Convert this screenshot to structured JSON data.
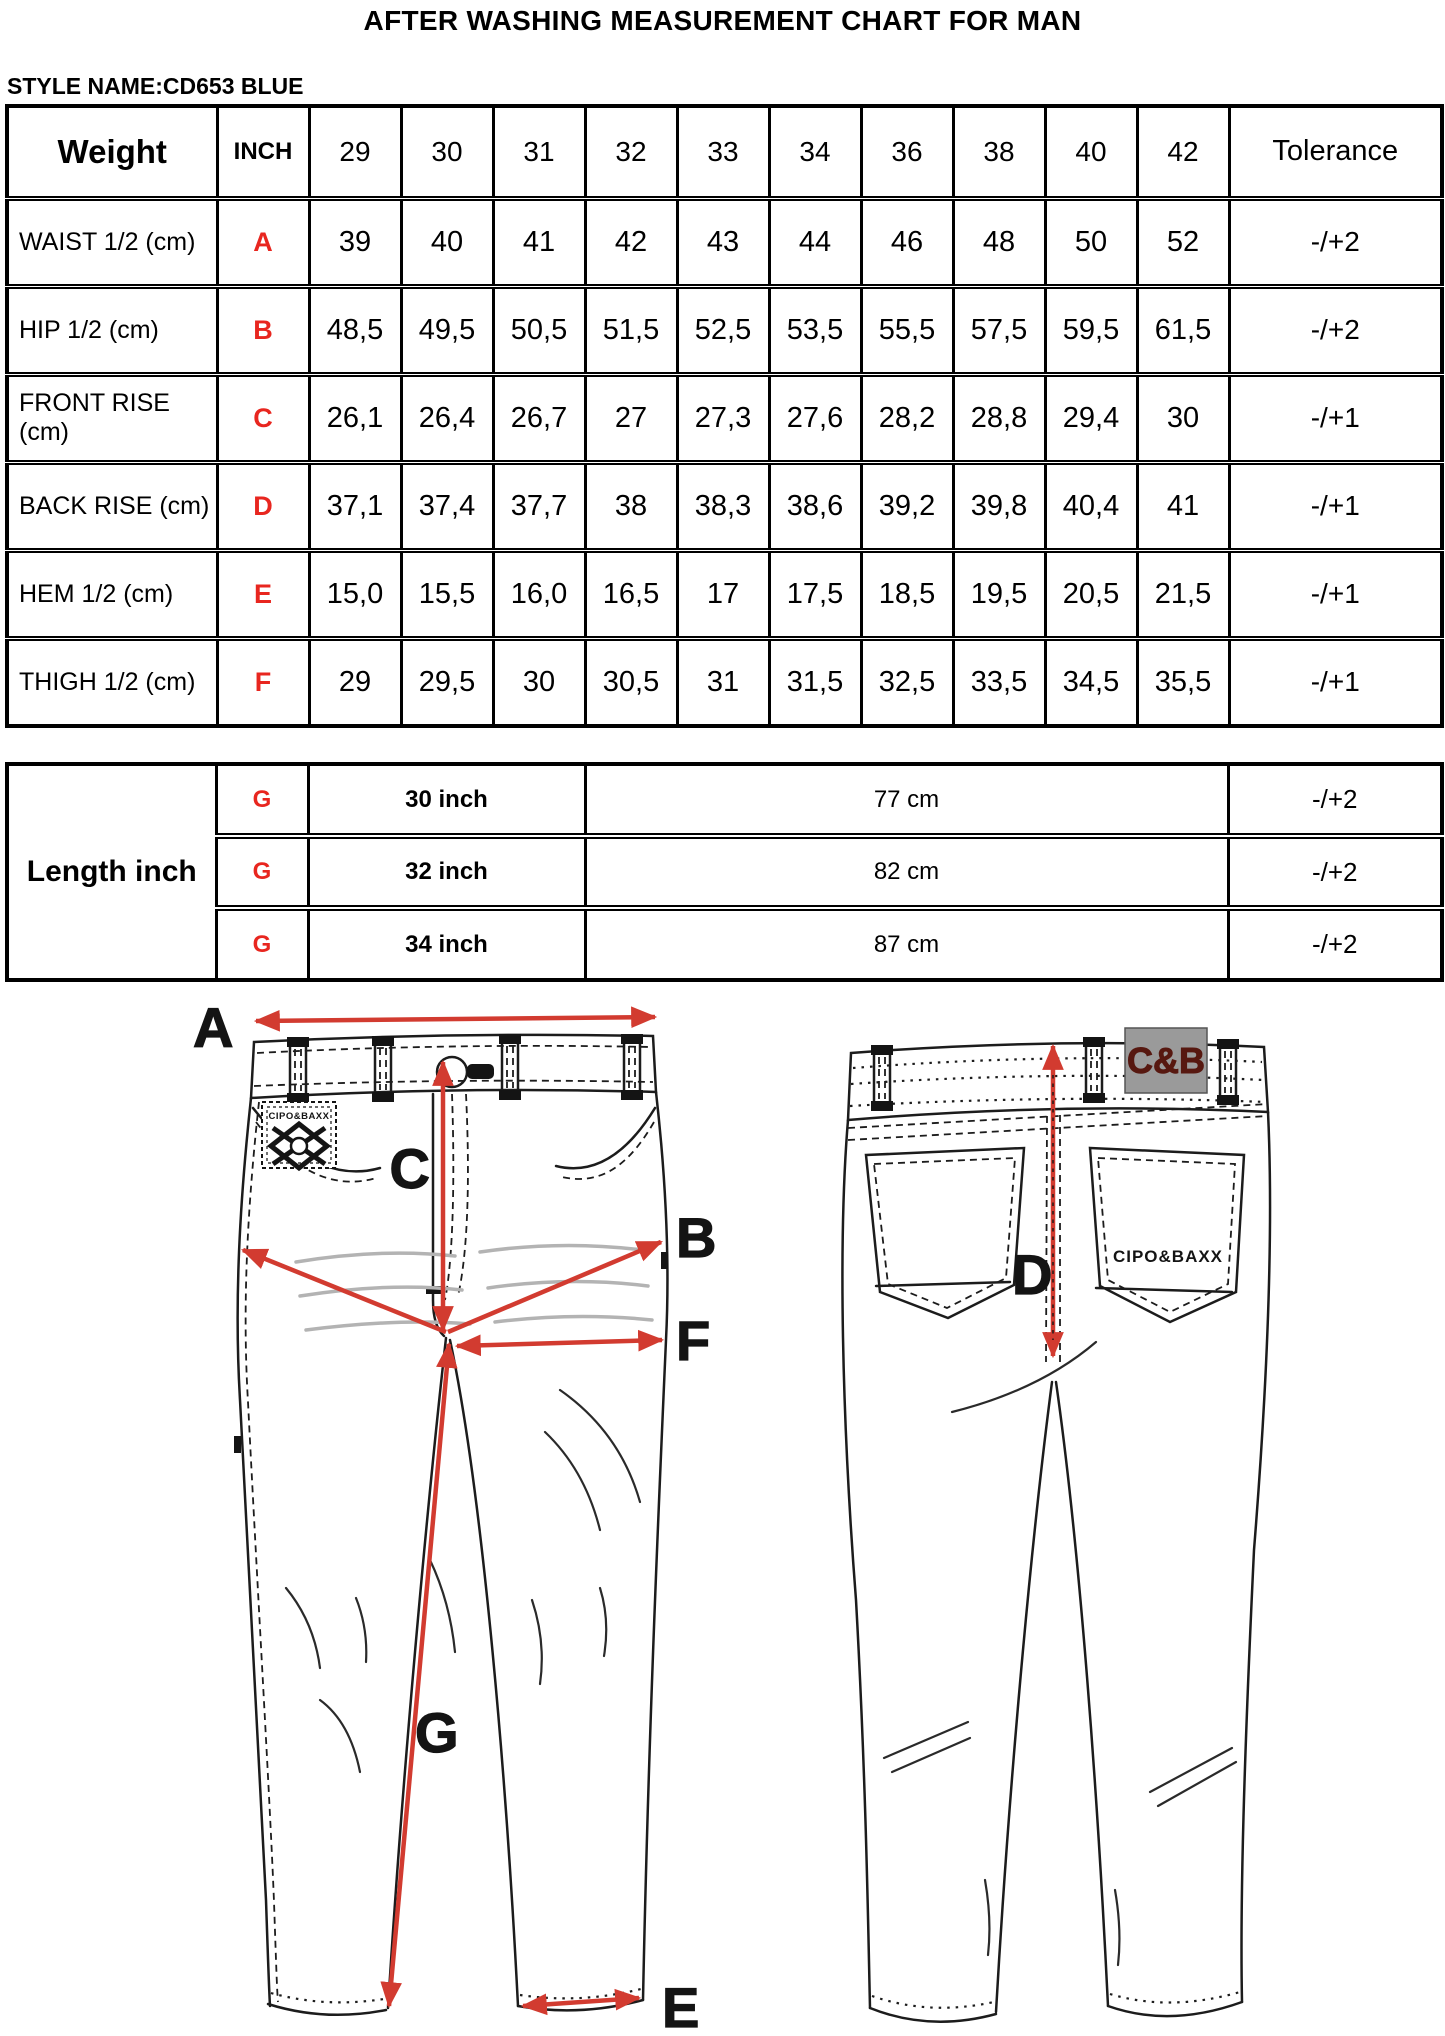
{
  "title": "AFTER WASHING MEASUREMENT CHART FOR MAN",
  "style_name": "STYLE NAME:CD653 BLUE",
  "colors": {
    "code_red": "#e8261f",
    "arrow_red": "#d23b30",
    "patch_gray": "#9a9a9a",
    "patch_text_red": "#571810"
  },
  "size_table": {
    "corner_header": "Weight",
    "inch_header": "INCH",
    "sizes": [
      "29",
      "30",
      "31",
      "32",
      "33",
      "34",
      "36",
      "38",
      "40",
      "42"
    ],
    "tolerance_header": "Tolerance",
    "rows": [
      {
        "label": "WAIST 1/2 (cm)",
        "code": "A",
        "values": [
          "39",
          "40",
          "41",
          "42",
          "43",
          "44",
          "46",
          "48",
          "50",
          "52"
        ],
        "tolerance": "-/+2"
      },
      {
        "label": "HIP 1/2 (cm)",
        "code": "B",
        "values": [
          "48,5",
          "49,5",
          "50,5",
          "51,5",
          "52,5",
          "53,5",
          "55,5",
          "57,5",
          "59,5",
          "61,5"
        ],
        "tolerance": "-/+2"
      },
      {
        "label": "FRONT RISE (cm)",
        "code": "C",
        "values": [
          "26,1",
          "26,4",
          "26,7",
          "27",
          "27,3",
          "27,6",
          "28,2",
          "28,8",
          "29,4",
          "30"
        ],
        "tolerance": "-/+1"
      },
      {
        "label": "BACK RISE (cm)",
        "code": "D",
        "values": [
          "37,1",
          "37,4",
          "37,7",
          "38",
          "38,3",
          "38,6",
          "39,2",
          "39,8",
          "40,4",
          "41"
        ],
        "tolerance": "-/+1"
      },
      {
        "label": "HEM 1/2 (cm)",
        "code": "E",
        "values": [
          "15,0",
          "15,5",
          "16,0",
          "16,5",
          "17",
          "17,5",
          "18,5",
          "19,5",
          "20,5",
          "21,5"
        ],
        "tolerance": "-/+1"
      },
      {
        "label": "THIGH 1/2 (cm)",
        "code": "F",
        "values": [
          "29",
          "29,5",
          "30",
          "30,5",
          "31",
          "31,5",
          "32,5",
          "33,5",
          "34,5",
          "35,5"
        ],
        "tolerance": "-/+1"
      }
    ]
  },
  "length_table": {
    "header": "Length inch",
    "rows": [
      {
        "code": "G",
        "inch": "30 inch",
        "cm": "77 cm",
        "tolerance": "-/+2"
      },
      {
        "code": "G",
        "inch": "32 inch",
        "cm": "82 cm",
        "tolerance": "-/+2"
      },
      {
        "code": "G",
        "inch": "34 inch",
        "cm": "87 cm",
        "tolerance": "-/+2"
      }
    ]
  },
  "diagram": {
    "front_label_a": "A",
    "front_label_b": "B",
    "front_label_c": "C",
    "front_label_e": "E",
    "front_label_f": "F",
    "front_label_g": "G",
    "back_label_d": "D",
    "waistband_patch_text": "C&B",
    "back_pocket_text": "CIPO&BAXX",
    "front_pocket_patch_text": "CIPO&BAXX"
  }
}
